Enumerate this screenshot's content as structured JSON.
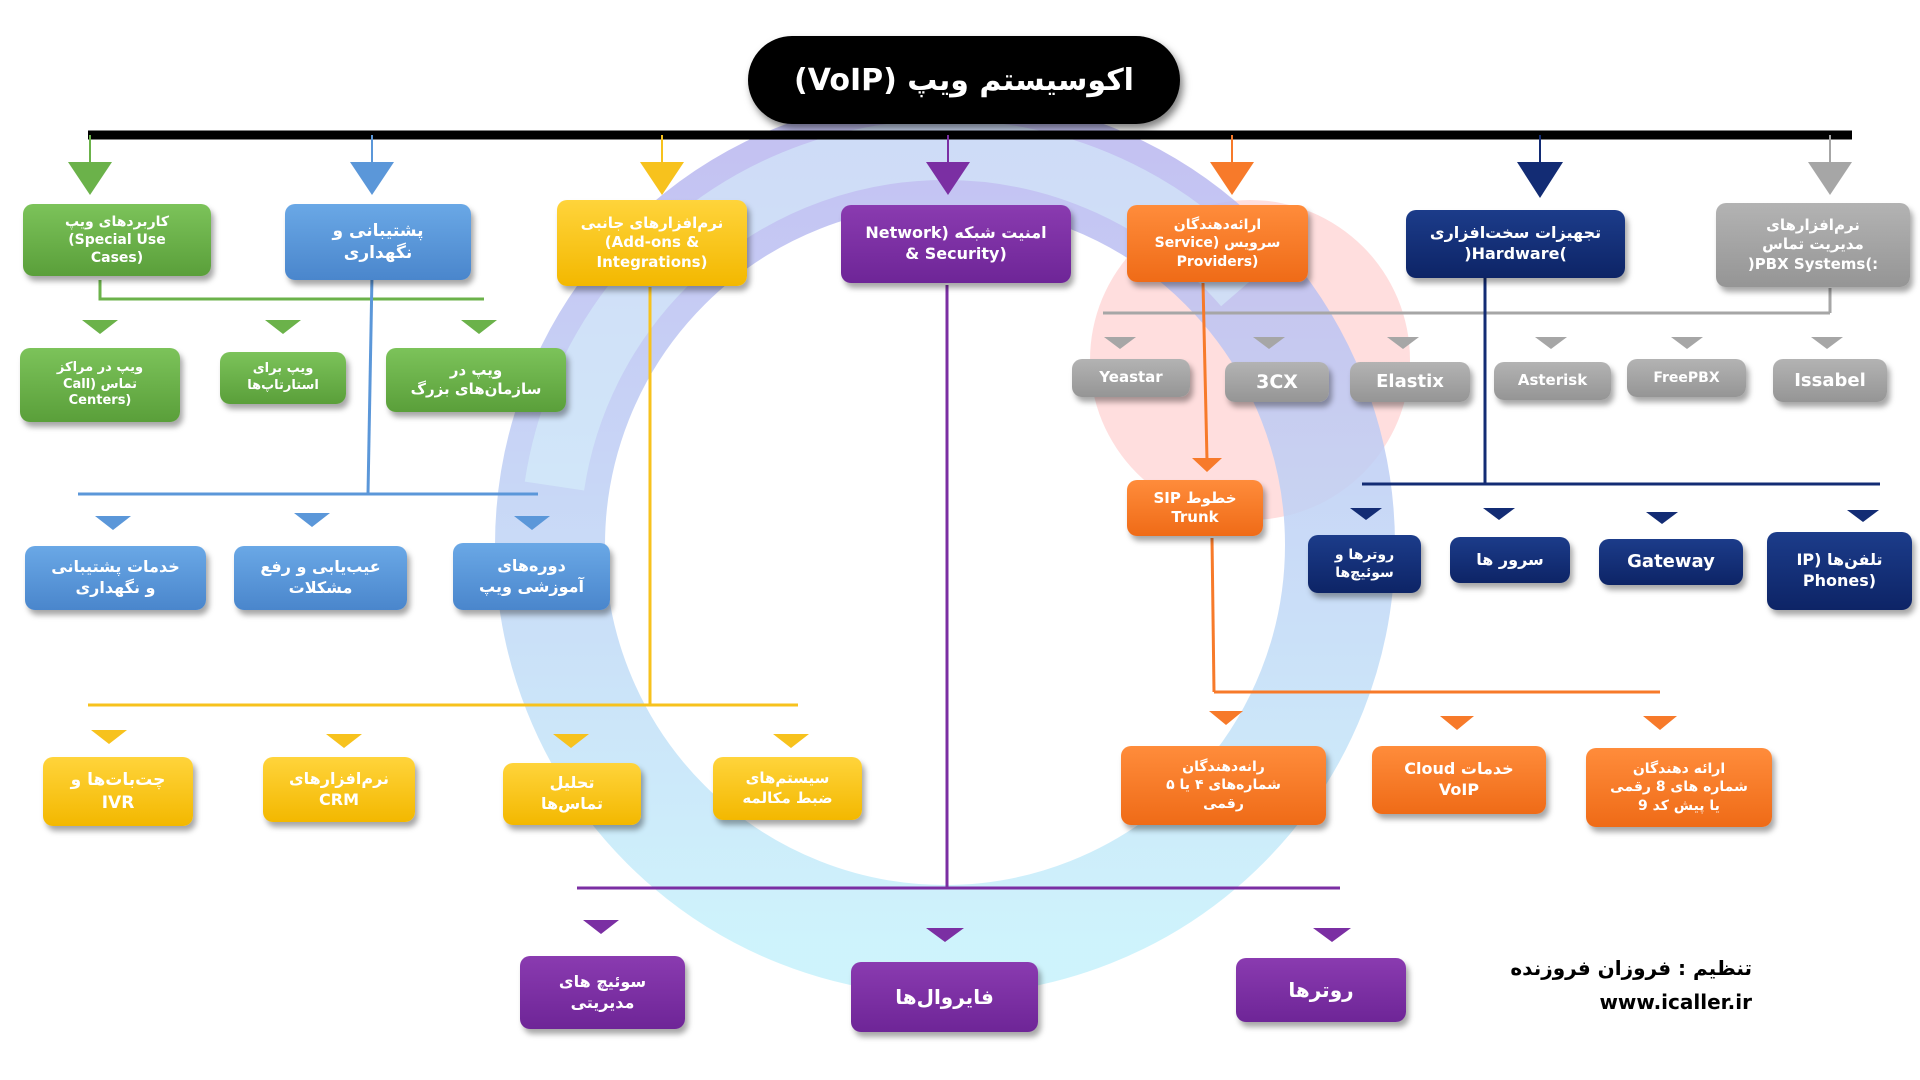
{
  "title": "اکوسیستم ویپ (VoIP)",
  "categories": {
    "use_cases": "کاربردهای ویپ\n(Special Use\nCases)",
    "support": "پشتیبانی و\nنگهداری",
    "addons": "نرم‌افزارهای جانبی\n(Add-ons &\nIntegrations)",
    "security": "امنیت شبکه (Network\n& Security)",
    "providers": "ارائه‌دهندگان\nسرویس (Service\nProviders)",
    "hardware": "تجهیزات سخت‌افزاری\n(Hardware)",
    "pbx": "نرم‌افزارهای\nمدیریت تماس\n(PBX Systems):"
  },
  "use_cases_items": [
    "ویپ در مراکز\nتماس (Call\nCenters)",
    "ویپ برای\nاستارتاپ‌ها",
    "ویپ در\nسازمان‌های بزرگ"
  ],
  "support_items": [
    "خدمات پشتیبانی\nو نگهداری",
    "عیب‌یابی و رفع\nمشکلات",
    "دوره‌های\nآموزشی ویپ"
  ],
  "addons_items": [
    "چت‌بات‌ها و\nIVR",
    "نرم‌افزارهای\nCRM",
    "تحلیل\nتماس‌ها",
    "سیستم‌های\nضبط مکالمه"
  ],
  "security_items": [
    "سوئیچ های\nمدیریتی",
    "فایروال‌ها",
    "روترها"
  ],
  "pbx_items": [
    "Yeastar",
    "3CX",
    "Elastix",
    "Asterisk",
    "FreePBX",
    "Issabel"
  ],
  "sip_trunk": "خطوط SIP\nTrunk",
  "provider_items": [
    "رانه‌دهندگان\nشماره‌های ۴ یا ۵\nرقمی",
    "خدمات Cloud\nVoIP",
    "ارائه دهندگان\nشماره های 8 رقمی\nیا پیش کد 9"
  ],
  "hardware_items": [
    "روترها و\nسوئیچ‌ها",
    "سرور ها",
    "Gateway",
    "تلفن‌ها (IP\nPhones)"
  ],
  "credit": {
    "author": "تنظیم : فروزان فروزنده",
    "website": "www.icaller.ir"
  },
  "colors": {
    "green": "#6bb24a",
    "blue": "#5b97d9",
    "yellow": "#f7c21d",
    "purple": "#7b2fa3",
    "orange": "#f77a2a",
    "navy": "#132c74",
    "gray": "#a6a6a6"
  }
}
